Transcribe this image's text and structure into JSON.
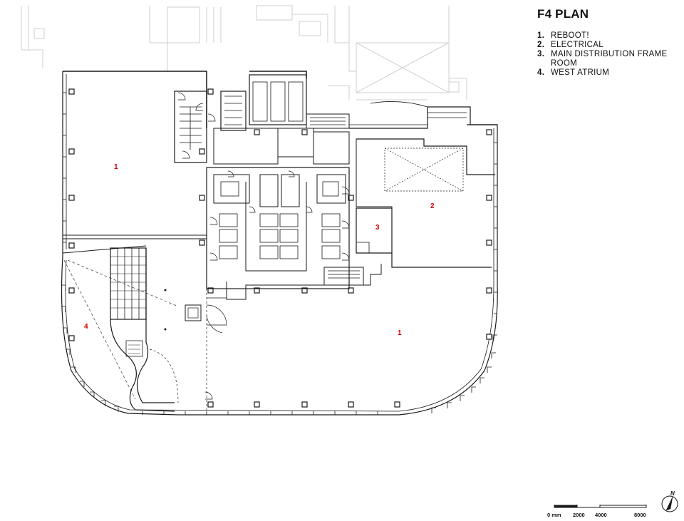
{
  "title": "F4 PLAN",
  "legend": [
    {
      "num": "1.",
      "text": "REBOOT!"
    },
    {
      "num": "2.",
      "text": "ELECTRICAL"
    },
    {
      "num": "3.",
      "text": "MAIN DISTRIBUTION FRAME ROOM"
    },
    {
      "num": "4.",
      "text": "WEST ATRIUM"
    }
  ],
  "plan_labels": {
    "reboot_north": "1",
    "reboot_south": "1",
    "electrical": "2",
    "mdf_room": "3",
    "west_atrium": "4"
  },
  "scale_bar": {
    "zero": "0 mm",
    "mark1": "2000",
    "mark2": "4000",
    "mark3": "8000"
  },
  "north": "N",
  "colors": {
    "line": "#1a1a1a",
    "faint_line": "#cfcfcf",
    "label_red": "#d10000"
  }
}
